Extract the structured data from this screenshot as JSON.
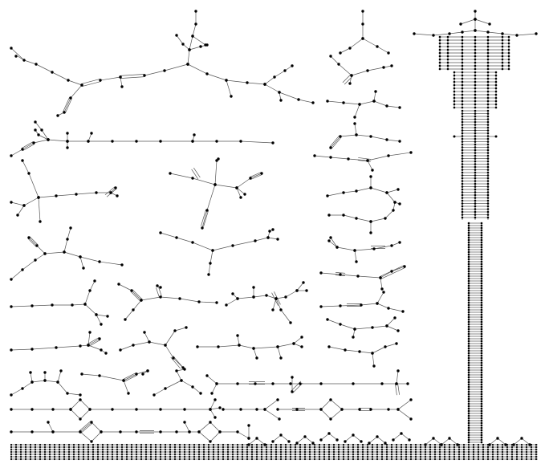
{
  "figure": {
    "kind": "graph-components-layout",
    "background": "#ffffff",
    "edge_color": "#555555",
    "node_color": "#000000",
    "node_shape": "dot",
    "components": [
      {
        "id": "c1",
        "shape": "large-branching-tree",
        "region": "top-left"
      },
      {
        "id": "c2",
        "shape": "small-tree",
        "region": "top-center"
      },
      {
        "id": "c3",
        "shape": "tall-ladder-tower",
        "region": "right"
      },
      {
        "id": "c4",
        "shape": "chain-tree",
        "region": "left"
      },
      {
        "id": "c5",
        "shape": "ring-tree",
        "region": "center"
      },
      {
        "id": "c6",
        "shape": "bottom-grid-strip",
        "region": "bottom"
      }
    ]
  }
}
